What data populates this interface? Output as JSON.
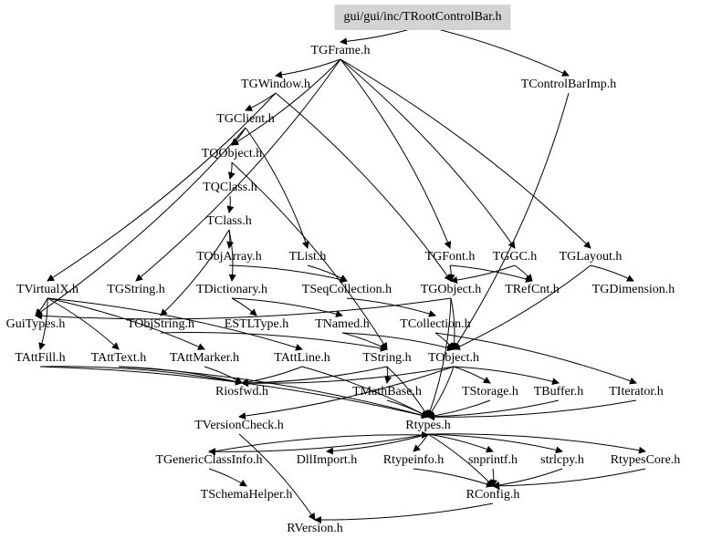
{
  "root": "gui/gui/inc/TRootControlBar.h",
  "colors": {
    "root_fill": "#d3d3d3",
    "edge": "#000000"
  },
  "nodes": [
    "gui/gui/inc/TRootControlBar.h",
    "TGFrame.h",
    "TControlBarImp.h",
    "TGWindow.h",
    "TGClient.h",
    "TQObject.h",
    "TQClass.h",
    "TClass.h",
    "TObjArray.h",
    "TList.h",
    "TGFont.h",
    "TGGC.h",
    "TGLayout.h",
    "TVirtualX.h",
    "TGString.h",
    "TDictionary.h",
    "TSeqCollection.h",
    "TGObject.h",
    "TRefCnt.h",
    "TGDimension.h",
    "GuiTypes.h",
    "TObjString.h",
    "ESTLType.h",
    "TNamed.h",
    "TCollection.h",
    "TAttFill.h",
    "TAttText.h",
    "TAttMarker.h",
    "TAttLine.h",
    "TString.h",
    "TObject.h",
    "Riosfwd.h",
    "TMathBase.h",
    "TStorage.h",
    "TBuffer.h",
    "TIterator.h",
    "TVersionCheck.h",
    "Rtypes.h",
    "TGenericClassInfo.h",
    "DllImport.h",
    "Rtypeinfo.h",
    "snprintf.h",
    "strlcpy.h",
    "RtypesCore.h",
    "TSchemaHelper.h",
    "RConfig.h",
    "RVersion.h"
  ],
  "edges": [
    [
      "gui/gui/inc/TRootControlBar.h",
      "TGFrame.h"
    ],
    [
      "gui/gui/inc/TRootControlBar.h",
      "TControlBarImp.h"
    ],
    [
      "TGFrame.h",
      "TGWindow.h"
    ],
    [
      "TGFrame.h",
      "TQObject.h"
    ],
    [
      "TGFrame.h",
      "TGFont.h"
    ],
    [
      "TGFrame.h",
      "TGGC.h"
    ],
    [
      "TGFrame.h",
      "TGLayout.h"
    ],
    [
      "TGFrame.h",
      "TGString.h"
    ],
    [
      "TGWindow.h",
      "TGClient.h"
    ],
    [
      "TGWindow.h",
      "TVirtualX.h"
    ],
    [
      "TGWindow.h",
      "TGObject.h"
    ],
    [
      "TGClient.h",
      "TQObject.h"
    ],
    [
      "TGClient.h",
      "TList.h"
    ],
    [
      "TGClient.h",
      "GuiTypes.h"
    ],
    [
      "TQObject.h",
      "TQClass.h"
    ],
    [
      "TQObject.h",
      "TString.h"
    ],
    [
      "TQClass.h",
      "TClass.h"
    ],
    [
      "TClass.h",
      "TObjArray.h"
    ],
    [
      "TClass.h",
      "TDictionary.h"
    ],
    [
      "TClass.h",
      "TObjString.h"
    ],
    [
      "TObjArray.h",
      "TSeqCollection.h"
    ],
    [
      "TList.h",
      "TSeqCollection.h"
    ],
    [
      "TSeqCollection.h",
      "TCollection.h"
    ],
    [
      "TGFont.h",
      "TGObject.h"
    ],
    [
      "TGGC.h",
      "TGObject.h"
    ],
    [
      "TGFont.h",
      "TRefCnt.h"
    ],
    [
      "TGGC.h",
      "TRefCnt.h"
    ],
    [
      "TGLayout.h",
      "TGDimension.h"
    ],
    [
      "TGLayout.h",
      "TObject.h"
    ],
    [
      "TControlBarImp.h",
      "TObject.h"
    ],
    [
      "TVirtualX.h",
      "GuiTypes.h"
    ],
    [
      "TVirtualX.h",
      "TAttFill.h"
    ],
    [
      "TVirtualX.h",
      "TAttText.h"
    ],
    [
      "TVirtualX.h",
      "TAttMarker.h"
    ],
    [
      "TVirtualX.h",
      "TAttLine.h"
    ],
    [
      "TGObject.h",
      "TObject.h"
    ],
    [
      "TGObject.h",
      "GuiTypes.h"
    ],
    [
      "TGObject.h",
      "Rtypes.h"
    ],
    [
      "TDictionary.h",
      "TNamed.h"
    ],
    [
      "TDictionary.h",
      "ESTLType.h"
    ],
    [
      "TNamed.h",
      "TString.h"
    ],
    [
      "TNamed.h",
      "TObject.h"
    ],
    [
      "TCollection.h",
      "TObject.h"
    ],
    [
      "TCollection.h",
      "TIterator.h"
    ],
    [
      "TObjString.h",
      "TString.h"
    ],
    [
      "TAttFill.h",
      "Riosfwd.h"
    ],
    [
      "TAttFill.h",
      "Rtypes.h"
    ],
    [
      "TAttText.h",
      "Riosfwd.h"
    ],
    [
      "TAttText.h",
      "Rtypes.h"
    ],
    [
      "TAttMarker.h",
      "Riosfwd.h"
    ],
    [
      "TAttLine.h",
      "Riosfwd.h"
    ],
    [
      "TAttLine.h",
      "Rtypes.h"
    ],
    [
      "TString.h",
      "TMathBase.h"
    ],
    [
      "TString.h",
      "Riosfwd.h"
    ],
    [
      "TString.h",
      "Rtypes.h"
    ],
    [
      "TObject.h",
      "Riosfwd.h"
    ],
    [
      "TObject.h",
      "TStorage.h"
    ],
    [
      "TObject.h",
      "TBuffer.h"
    ],
    [
      "TObject.h",
      "Rtypes.h"
    ],
    [
      "TObject.h",
      "TVersionCheck.h"
    ],
    [
      "TMathBase.h",
      "Rtypes.h"
    ],
    [
      "TStorage.h",
      "Rtypes.h"
    ],
    [
      "TBuffer.h",
      "Rtypes.h"
    ],
    [
      "TIterator.h",
      "Rtypes.h"
    ],
    [
      "TVersionCheck.h",
      "RVersion.h"
    ],
    [
      "Rtypes.h",
      "TGenericClassInfo.h"
    ],
    [
      "Rtypes.h",
      "DllImport.h"
    ],
    [
      "Rtypes.h",
      "Rtypeinfo.h"
    ],
    [
      "Rtypes.h",
      "snprintf.h"
    ],
    [
      "Rtypes.h",
      "strlcpy.h"
    ],
    [
      "Rtypes.h",
      "RtypesCore.h"
    ],
    [
      "Rtypes.h",
      "RConfig.h"
    ],
    [
      "TGenericClassInfo.h",
      "TSchemaHelper.h"
    ],
    [
      "TGenericClassInfo.h",
      "Rtypes.h"
    ],
    [
      "Rtypeinfo.h",
      "RConfig.h"
    ],
    [
      "snprintf.h",
      "RConfig.h"
    ],
    [
      "strlcpy.h",
      "RConfig.h"
    ],
    [
      "RtypesCore.h",
      "RConfig.h"
    ],
    [
      "RConfig.h",
      "RVersion.h"
    ]
  ]
}
